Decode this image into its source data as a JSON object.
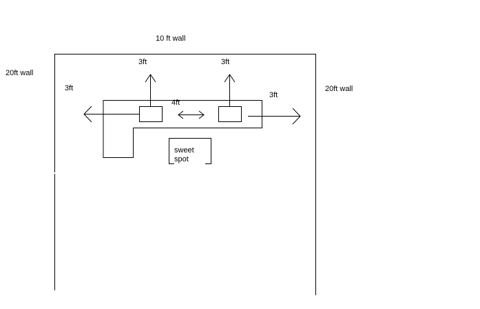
{
  "labels": {
    "top_wall": "10 ft wall",
    "left_wall": "20ft wall",
    "right_wall": "20ft wall",
    "left_speaker_up": "3ft",
    "right_speaker_up": "3ft",
    "left_side": "3ft",
    "right_side": "3ft",
    "between_speakers": "4ft",
    "sweet_spot_line1": "sweet",
    "sweet_spot_line2": "spot"
  },
  "colors": {
    "ink": "#000000",
    "background": "#ffffff"
  }
}
